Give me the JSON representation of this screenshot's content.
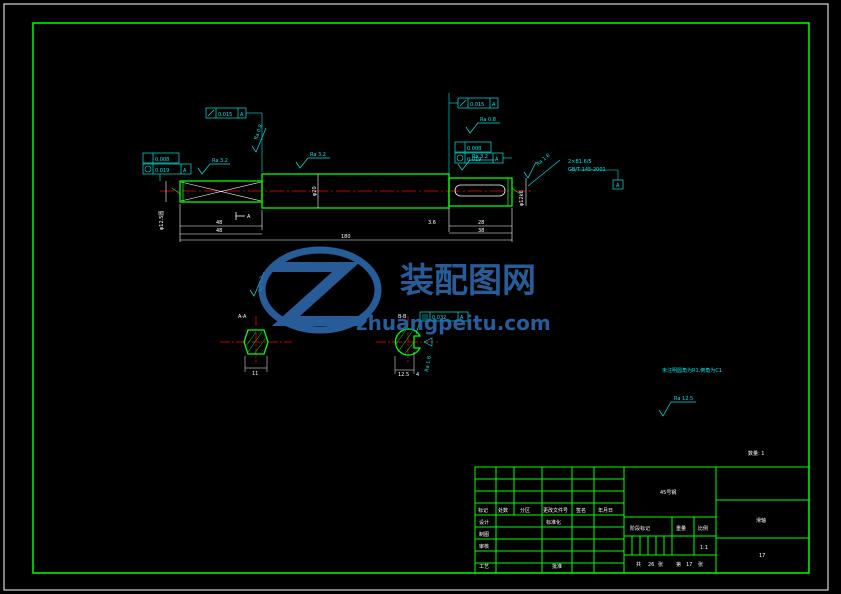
{
  "colors": {
    "background": "#000000",
    "border": "#ffffff",
    "frame": "#00ff00",
    "annotation": "#00e6e6",
    "centerline": "#ff0000",
    "text": "#ffffff",
    "watermark": "#2e6db4"
  },
  "shaft": {
    "dim_left_seg": "48",
    "dim_left_total": "48",
    "dim_total": "180",
    "dim_dia_left": "φ12.5圆",
    "dim_dia_mid": "φ20",
    "dim_dia_right": "φ12k6",
    "dim_chamfer": "3.6",
    "dim_keyway": "28",
    "dim_right_seg": "38",
    "sec_mark": "A"
  },
  "tolerances": {
    "left_top": "0.015",
    "left_top_ref": "A",
    "left_runout": "0.008",
    "left_coax": "0.019",
    "left_coax_ref": "A",
    "right_top": "0.015",
    "right_top_ref": "A",
    "right_runout": "0.008",
    "right_coax": "0.019",
    "right_coax_ref": "A",
    "section_b_sym": "0.032",
    "section_b_ref": "A"
  },
  "roughness": {
    "r_left_top": "Ra 0.8",
    "r_left_mid": "Ra 3.2",
    "r_center": "Ra 3.2",
    "r_right_top": "Ra 0.8",
    "r_right_mid": "Ra 3.2",
    "r_right_end": "Ra 1.6",
    "r_section_a": "Ra 3.2",
    "r_section_b": "Ra 1.6",
    "r_general": "Ra 12.5"
  },
  "thread_note": {
    "line1": "2×B1.6/5",
    "line2": "GB/T 145-2001"
  },
  "sections": {
    "a_label": "A-A",
    "a_dim": "11",
    "b_label": "B-B",
    "b_dim_1": "12.5",
    "b_dim_2": "4"
  },
  "notes": {
    "tech_requirement": "未注明圆角为R1,倒角为C1",
    "quantity": "数量: 1"
  },
  "title_block": {
    "material": "45号钢",
    "part_name": "滑轴",
    "drawing_no": "17",
    "labels": {
      "mark": "标记",
      "count": "处数",
      "zone": "分区",
      "change_doc": "更改文件号",
      "sign": "签名",
      "date": "年月日",
      "design": "设计",
      "standardize": "标准化",
      "drafting": "制图",
      "review": "审核",
      "process": "工艺",
      "approve": "批准",
      "stage_mark": "阶段标记",
      "weight": "重量",
      "scale": "比例"
    },
    "scale": "1:1",
    "sheet_info": {
      "total_prefix": "共",
      "total": "26",
      "total_suffix": "张",
      "current_prefix": "第",
      "current": "17",
      "current_suffix": "张"
    }
  },
  "watermark": {
    "brand_cn": "装配图网",
    "brand_url": "zhuangpeitu.com"
  }
}
